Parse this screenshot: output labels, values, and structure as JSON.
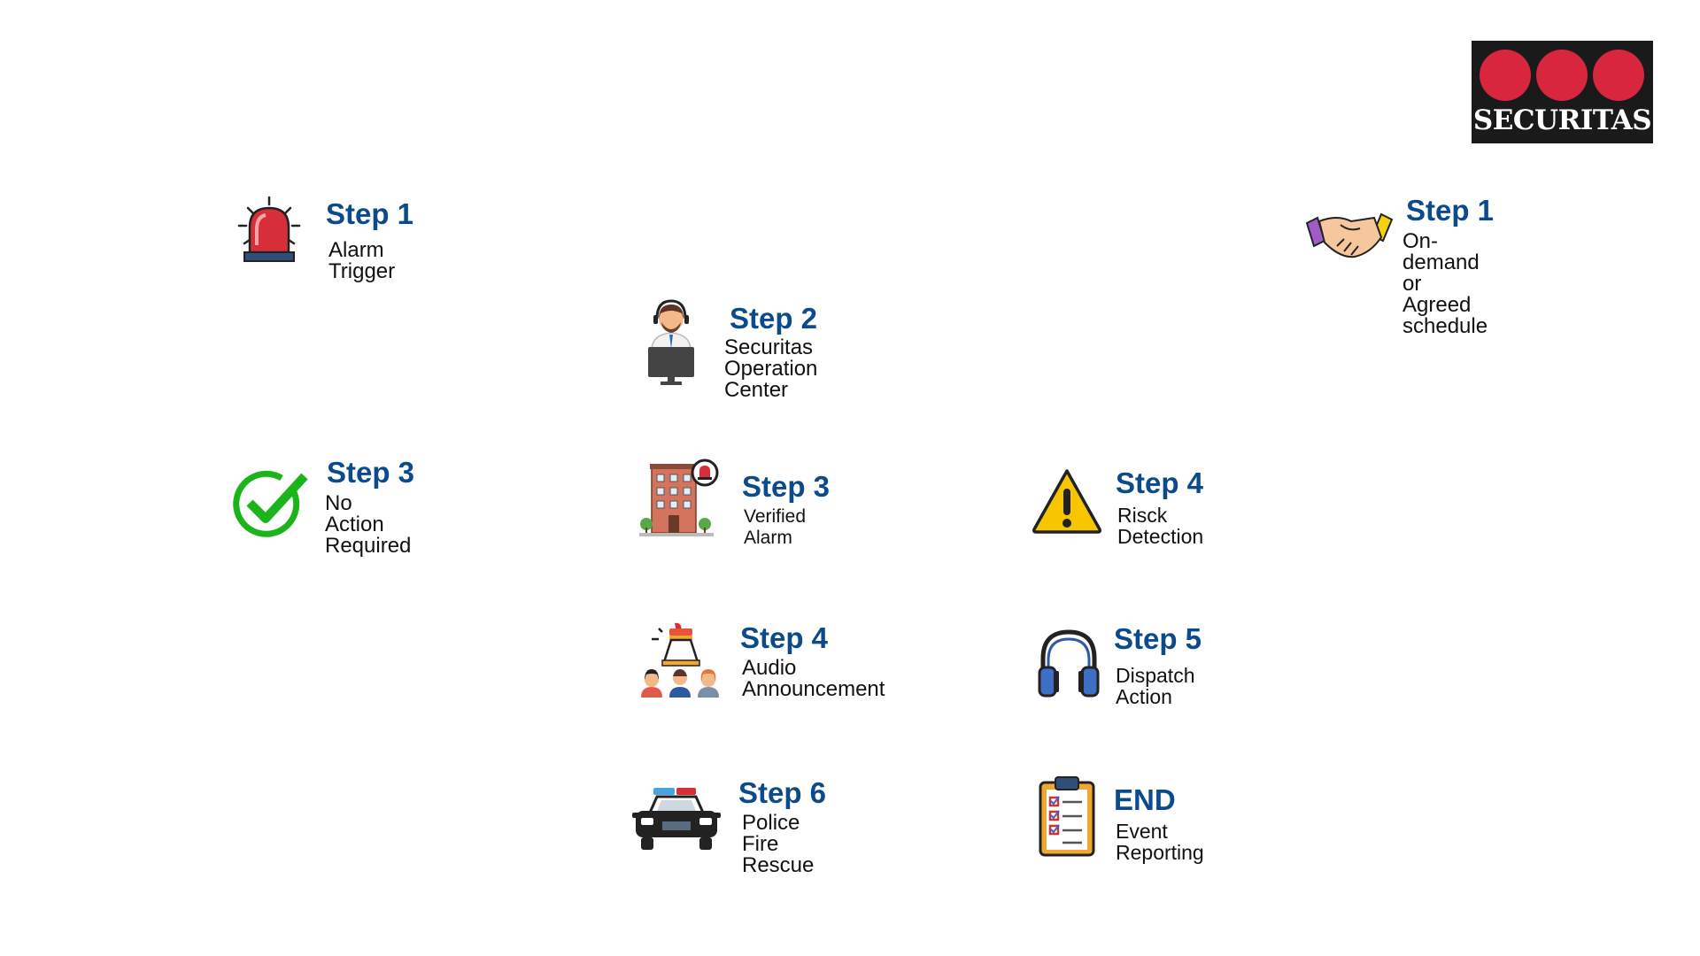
{
  "brand": {
    "name": "SECURITAS"
  },
  "steps": [
    {
      "id": "s1-alarm",
      "title": "Step 1",
      "desc": "Alarm Trigger",
      "icon": "siren-icon"
    },
    {
      "id": "s1-ondemand",
      "title": "Step 1",
      "desc": "On-demand or\nAgreed schedule",
      "icon": "handshake-icon"
    },
    {
      "id": "s2",
      "title": "Step 2",
      "desc": "Securitas\nOperation Center",
      "icon": "operator-icon"
    },
    {
      "id": "s3-noaction",
      "title": "Step 3",
      "desc": "No Action\nRequired",
      "icon": "checkmark-icon"
    },
    {
      "id": "s3-verified",
      "title": "Step 3",
      "desc": "Verified Alarm",
      "icon": "building-alarm-icon"
    },
    {
      "id": "s4-risk",
      "title": "Step 4",
      "desc": "Risck Detection",
      "icon": "warning-icon"
    },
    {
      "id": "s4-audio",
      "title": "Step 4",
      "desc": "Audio\nAnnouncement",
      "icon": "megaphone-people-icon"
    },
    {
      "id": "s5",
      "title": "Step 5",
      "desc": "Dispatch Action",
      "icon": "headphones-icon"
    },
    {
      "id": "s6",
      "title": "Step 6",
      "desc": "Police Fire\nRescue",
      "icon": "police-car-icon"
    },
    {
      "id": "end",
      "title": "END",
      "desc": "Event Reporting",
      "icon": "clipboard-icon"
    }
  ],
  "colors": {
    "title": "#0b4a8b",
    "brand_red": "#d7263d",
    "brand_bg": "#1a1a1a",
    "check_green": "#1bb51b",
    "warning_yellow": "#f7c600"
  }
}
